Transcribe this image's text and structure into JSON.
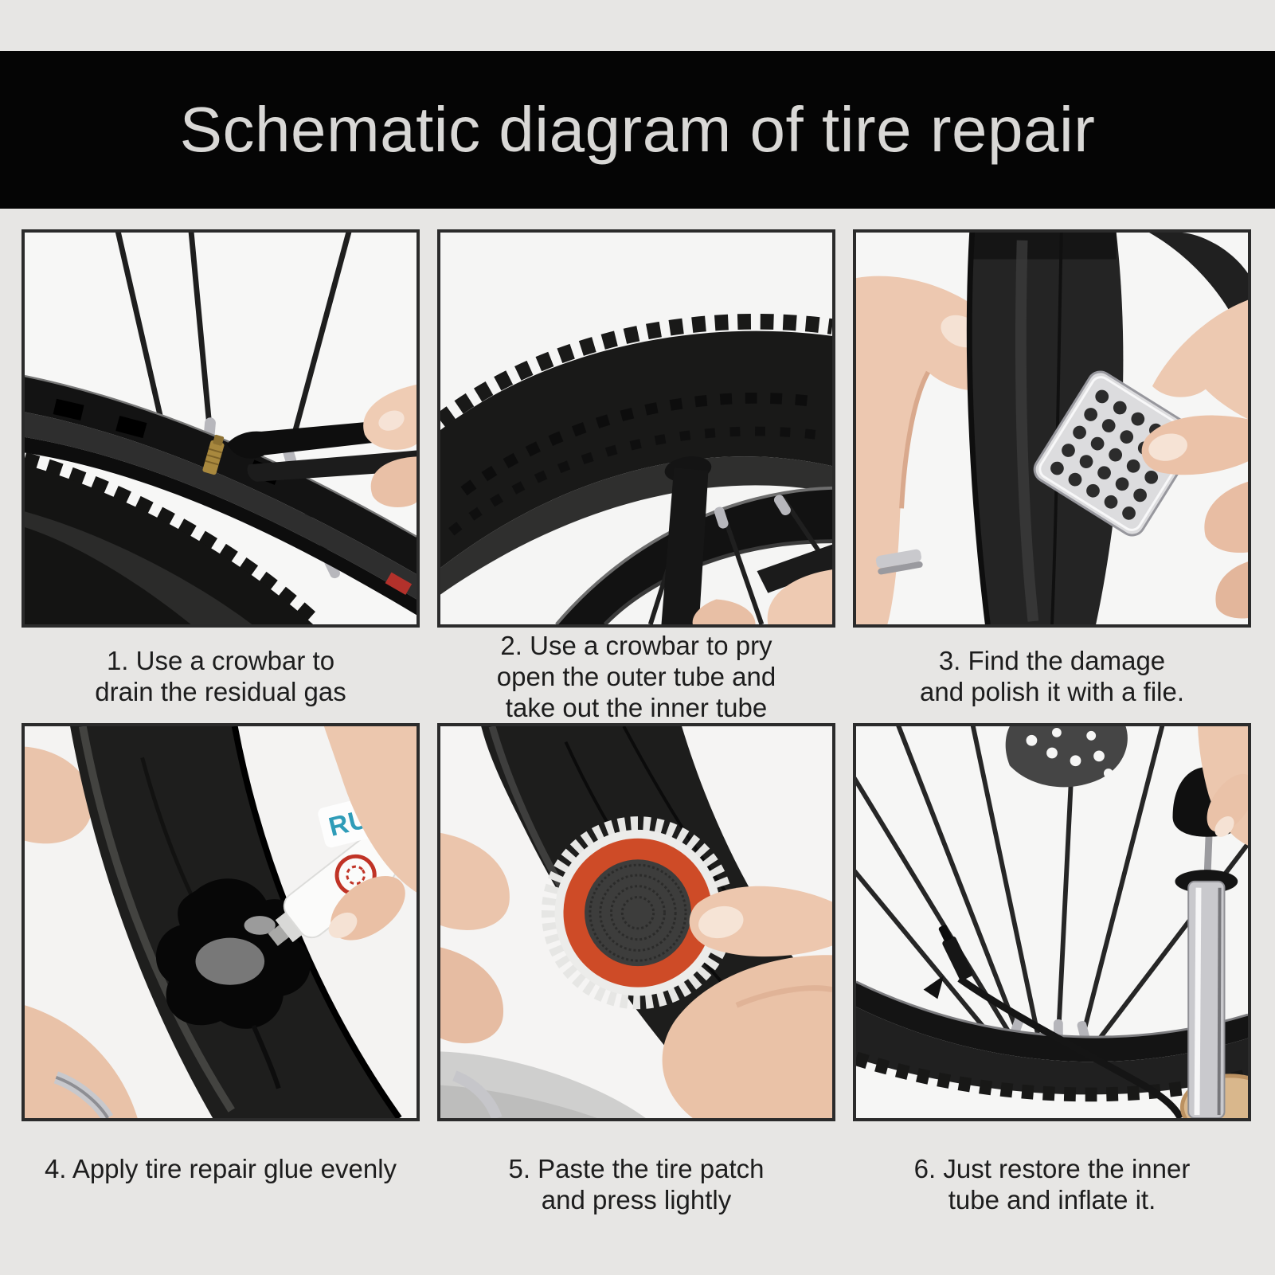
{
  "header": {
    "title": "Schematic diagram of tire repair"
  },
  "steps": [
    {
      "id": 1,
      "caption": "1. Use a crowbar to\ndrain the residual gas",
      "photo": "wheel-valve-deflate-photo"
    },
    {
      "id": 2,
      "caption": "2. Use a crowbar to pry\nopen the outer tube and\ntake out the inner tube",
      "photo": "tire-lever-pry-photo"
    },
    {
      "id": 3,
      "caption": "3. Find the damage\nand polish it with a file.",
      "photo": "file-polish-tube-photo"
    },
    {
      "id": 4,
      "caption": "4. Apply tire repair glue evenly",
      "photo": "apply-glue-photo",
      "label_text": "RUBBER"
    },
    {
      "id": 5,
      "caption": "5. Paste the tire patch\nand press lightly",
      "photo": "press-patch-photo"
    },
    {
      "id": 6,
      "caption": "6. Just restore the inner\ntube and inflate it.",
      "photo": "inflate-tube-photo"
    }
  ],
  "colors": {
    "background": "#e7e6e4",
    "banner": "#050505",
    "title_text": "#d9d8d6",
    "caption_text": "#1d1d1d",
    "photo_border": "#2b2b2b",
    "patch_orange": "#ce4b27",
    "logo_red": "#c03326",
    "label_blue": "#2f9cb8",
    "brass_valve": "#a8883e",
    "skin": "#ecc7ae",
    "rubber_black": "#1d1d1c",
    "silver": "#c9c9cd"
  }
}
